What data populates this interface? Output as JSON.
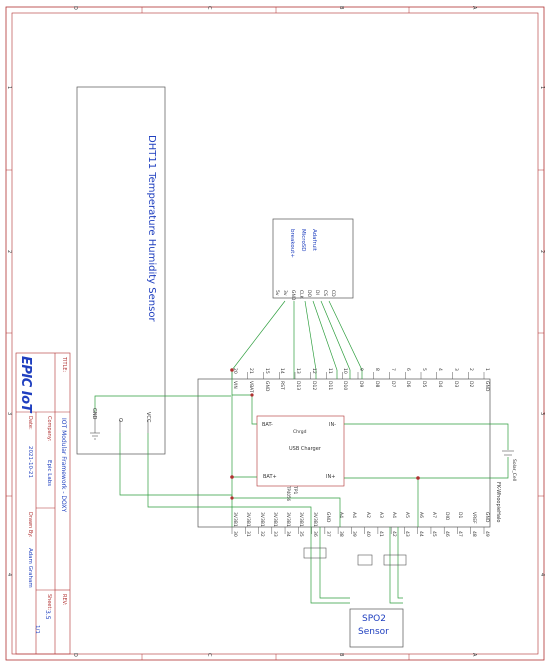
{
  "frame": {
    "top_letters": [
      "D",
      "C",
      "B",
      "A"
    ],
    "side_numbers": [
      "1",
      "2",
      "3",
      "4"
    ],
    "bottom_letters": [
      "D",
      "C",
      "B",
      "A"
    ]
  },
  "dht11": {
    "title": "DHT11 Temperature Humidity Sensor",
    "pins": [
      "GND",
      "O",
      "VCC"
    ]
  },
  "microsd": {
    "title_lines": [
      "Adafruit",
      "MicroSD",
      "breakout+"
    ],
    "pins": [
      "CD",
      "CS",
      "DI",
      "DO",
      "CLK",
      "GND",
      "3v",
      "5v"
    ]
  },
  "board": {
    "name": "FK-WhoopieHalo",
    "left_pins": [
      {
        "num": "20",
        "name": "VIN"
      },
      {
        "num": "21",
        "name": "VBAT"
      },
      {
        "num": "15",
        "name": "GND"
      },
      {
        "num": "14",
        "name": "RST"
      },
      {
        "num": "13",
        "name": "D13"
      },
      {
        "num": "12",
        "name": "D12"
      },
      {
        "num": "11",
        "name": "D11"
      },
      {
        "num": "10",
        "name": "D10"
      },
      {
        "num": "9",
        "name": "D9"
      },
      {
        "num": "8",
        "name": "D8"
      },
      {
        "num": "7",
        "name": "D7"
      },
      {
        "num": "6",
        "name": "D6"
      },
      {
        "num": "5",
        "name": "D5"
      },
      {
        "num": "4",
        "name": "D4"
      },
      {
        "num": "3",
        "name": "D3"
      },
      {
        "num": "2",
        "name": "D2"
      },
      {
        "num": "1",
        "name": "GND"
      }
    ],
    "right_pins": [
      {
        "num": "30",
        "name": "3V3B1"
      },
      {
        "num": "31",
        "name": "3V3B1"
      },
      {
        "num": "32",
        "name": "3V3B1"
      },
      {
        "num": "33",
        "name": "3V3B1"
      },
      {
        "num": "34",
        "name": "3V3B1"
      },
      {
        "num": "35",
        "name": "3V3B1"
      },
      {
        "num": "36",
        "name": "3V3B1"
      },
      {
        "num": "37",
        "name": "GND"
      },
      {
        "num": "38",
        "name": "A4"
      },
      {
        "num": "39",
        "name": "A4"
      },
      {
        "num": "40",
        "name": "A2"
      },
      {
        "num": "41",
        "name": "A3"
      },
      {
        "num": "42",
        "name": "A4"
      },
      {
        "num": "43",
        "name": "A5"
      },
      {
        "num": "44",
        "name": "A6"
      },
      {
        "num": "45",
        "name": "A7"
      },
      {
        "num": "46",
        "name": "DIO"
      },
      {
        "num": "47",
        "name": "D1"
      },
      {
        "num": "48",
        "name": "VREF"
      },
      {
        "num": "49",
        "name": "GND"
      }
    ],
    "inner": {
      "bat_minus": "BAT-",
      "bat_plus": "BAT+",
      "chrgd": "Chrgd",
      "in_minus": "IN-",
      "in_plus": "IN+",
      "usb_charger": "USB Charger",
      "tp1": "TP1",
      "tp_name": "TP4056"
    }
  },
  "solar": "Solar_Cell",
  "spo2": {
    "line1": "SPO2",
    "line2": "Sensor"
  },
  "title_block": {
    "title_label": "TITLE:",
    "title": "IOT Modular Framework - DOXY",
    "rev_label": "REV:",
    "rev": "3.5",
    "company_label": "Company:",
    "company": "Epic Labs",
    "sheet_label": "Sheet:",
    "sheet": "1/1",
    "date_label": "Date:",
    "date": "2021-10-21",
    "drawn_label": "Drawn By:",
    "drawn": "Adam Graham",
    "logo": "EPIC IoT"
  },
  "colors": {
    "frame": "#b03030",
    "wire": "#2e9e3e",
    "text_blue": "#1f3fbf",
    "component": "#b03030"
  }
}
